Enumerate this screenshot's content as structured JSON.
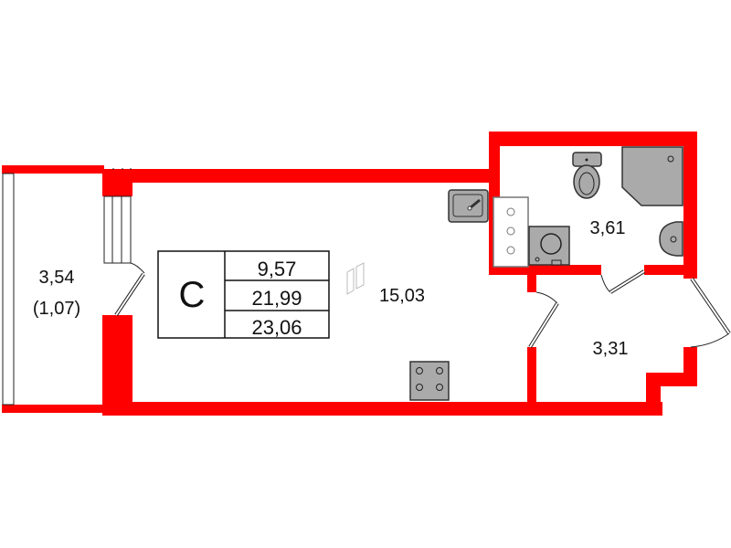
{
  "plan": {
    "balcony": {
      "area": "3,54",
      "reduced_area": "(1,07)"
    },
    "living_room": {
      "area": "15,03"
    },
    "bathroom": {
      "area": "3,61"
    },
    "hallway": {
      "area": "3,31"
    },
    "info_table": {
      "type_label": "C",
      "living_area": "9,57",
      "total_area": "21,99",
      "total_with_balcony": "23,06"
    }
  },
  "colors": {
    "wall": "#ff0000",
    "fixture": "#aaaaaa"
  }
}
